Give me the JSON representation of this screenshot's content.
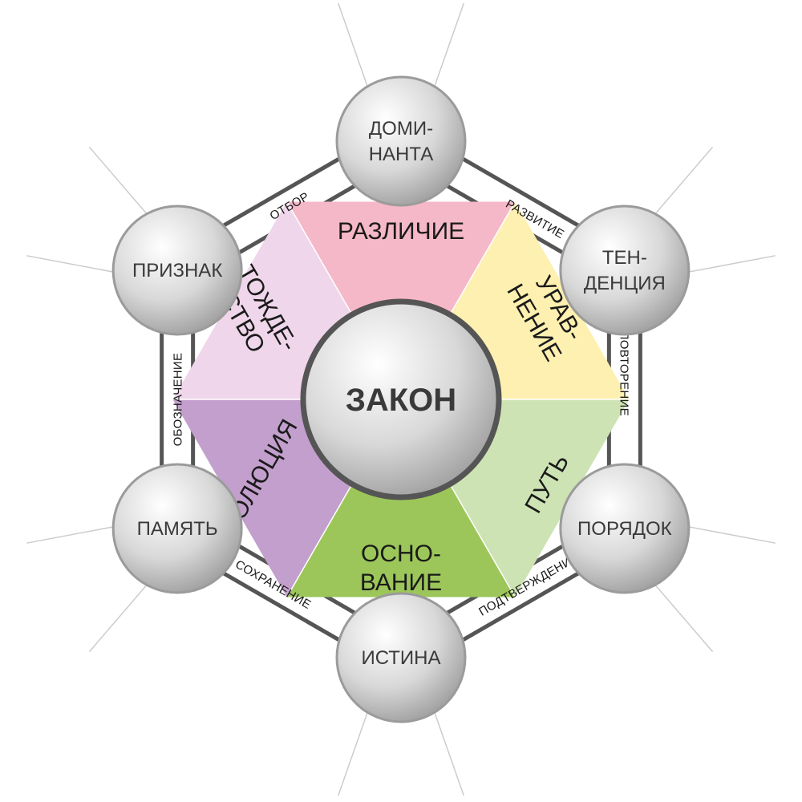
{
  "center": {
    "label": "ЗАКОН"
  },
  "nodes": [
    {
      "id": "top",
      "lines": [
        "ДОМИ-",
        "НАНТА"
      ]
    },
    {
      "id": "upper-right",
      "lines": [
        "ТЕН-",
        "ДЕНЦИЯ"
      ]
    },
    {
      "id": "lower-right",
      "lines": [
        "ПОРЯДОК"
      ]
    },
    {
      "id": "bottom",
      "lines": [
        "ИСТИНА"
      ]
    },
    {
      "id": "lower-left",
      "lines": [
        "ПАМЯТЬ"
      ]
    },
    {
      "id": "upper-left",
      "lines": [
        "ПРИЗНАК"
      ]
    }
  ],
  "sectors": [
    {
      "id": "top",
      "lines": [
        "РАЗЛИЧИЕ"
      ],
      "color": "#f5b8c8"
    },
    {
      "id": "upper-right",
      "lines": [
        "УРАВ-",
        "НЕНИЕ"
      ],
      "color": "#fdf0b0"
    },
    {
      "id": "lower-right",
      "lines": [
        "ПУТЬ"
      ],
      "color": "#cde3b4"
    },
    {
      "id": "bottom",
      "lines": [
        "ОСНО-",
        "ВАНИЕ"
      ],
      "color": "#9cc65a"
    },
    {
      "id": "lower-left",
      "lines": [
        "ЭВОЛЮЦИЯ"
      ],
      "color": "#c29fcc"
    },
    {
      "id": "upper-left",
      "lines": [
        "ТОЖДЕ-",
        "СТВО"
      ],
      "color": "#efd6ea"
    }
  ],
  "edges": [
    {
      "id": "top-to-upper-right",
      "label": "РАЗВИТИЕ"
    },
    {
      "id": "upper-right-to-lower-right",
      "label": "ПОВТОРЕНИЕ"
    },
    {
      "id": "lower-right-to-bottom",
      "label": "ПОДТВЕРЖДЕНИЕ"
    },
    {
      "id": "bottom-to-lower-left",
      "label": "СОХРАНЕНИЕ"
    },
    {
      "id": "lower-left-to-upper-left",
      "label": "ОБОЗНАЧЕНИЕ"
    },
    {
      "id": "upper-left-to-top",
      "label": "ОТБОР"
    }
  ],
  "colors": {
    "frame": "#555555",
    "band": "#ffffff",
    "rays": "#cccccc",
    "sphere_light": "#ffffff",
    "sphere_mid": "#d8d8d8",
    "sphere_dark": "#9a9a9a",
    "sphere_border": "#9b9b9b",
    "center_border": "#555555"
  }
}
